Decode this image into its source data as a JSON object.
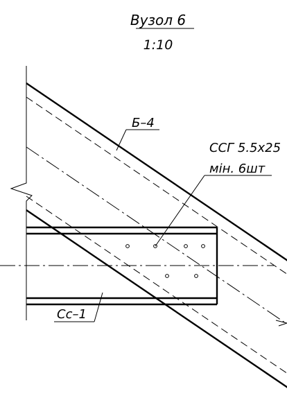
{
  "drawing": {
    "title": "Вузол 6",
    "scale": "1:10",
    "labels": {
      "rafter": "Б–4",
      "screw_line1": "ССГ 5.5х25",
      "screw_line2": "мін. 6шт",
      "post": "Сс–1"
    }
  }
}
